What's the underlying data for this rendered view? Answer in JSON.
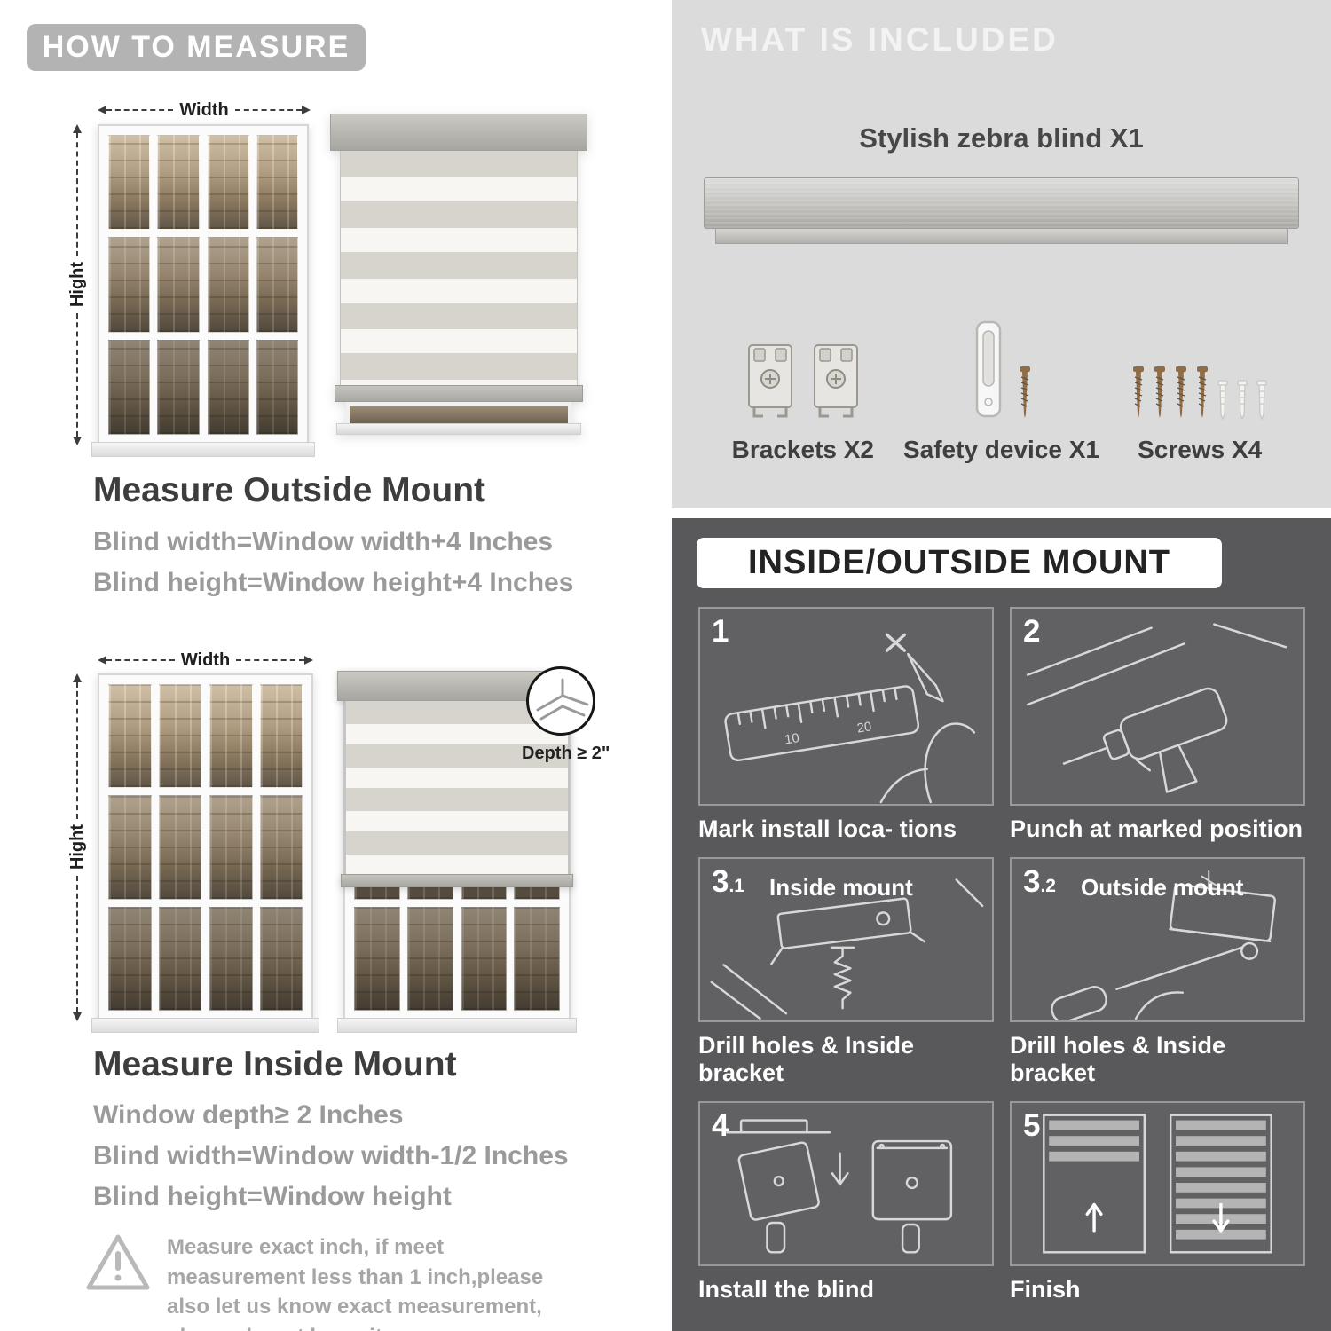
{
  "theme": {
    "badge_gray": "#b3b3b3",
    "heading_dark": "#3d3d3d",
    "subtext_gray": "#9a9a9a",
    "panel_light_gray": "#dbdbdc",
    "panel_dark_gray": "#59595b",
    "blind_stripe_gray": "#d6d3cd"
  },
  "measure": {
    "header": "HOW TO MEASURE",
    "outside": {
      "width_label": "Width",
      "height_label": "Hight",
      "title": "Measure Outside Mount",
      "lines": [
        "Blind width=Window width+4 Inches",
        "Blind height=Window height+4 Inches"
      ]
    },
    "inside": {
      "width_label": "Width",
      "height_label": "Hight",
      "depth_callout": "Depth ≥ 2\"",
      "title": "Measure Inside Mount",
      "lines": [
        "Window depth≥ 2 Inches",
        "Blind width=Window width-1/2 Inches",
        "Blind height=Window height"
      ]
    },
    "note": "Measure exact inch, if meet measurement less than 1 inch,please also let us know exact measurement, please do not leave it"
  },
  "included": {
    "header": "WHAT IS INCLUDED",
    "product_label": "Stylish zebra blind X1",
    "items": [
      {
        "label": "Brackets X2"
      },
      {
        "label": "Safety device X1"
      },
      {
        "label": "Screws X4"
      }
    ]
  },
  "mount": {
    "header": "INSIDE/OUTSIDE MOUNT",
    "steps": [
      {
        "num": "1",
        "sub": "",
        "inner_label": "",
        "caption": "Mark install loca- tions"
      },
      {
        "num": "2",
        "sub": "",
        "inner_label": "",
        "caption": "Punch at  marked position"
      },
      {
        "num": "3",
        "sub": ".1",
        "inner_label": "Inside mount",
        "caption": "Drill holes &  Inside bracket"
      },
      {
        "num": "3",
        "sub": ".2",
        "inner_label": "Outside mount",
        "caption": "Drill holes &  Inside bracket"
      },
      {
        "num": "4",
        "sub": "",
        "inner_label": "",
        "caption": "Install the blind"
      },
      {
        "num": "5",
        "sub": "",
        "inner_label": "",
        "caption": "Finish"
      }
    ]
  }
}
